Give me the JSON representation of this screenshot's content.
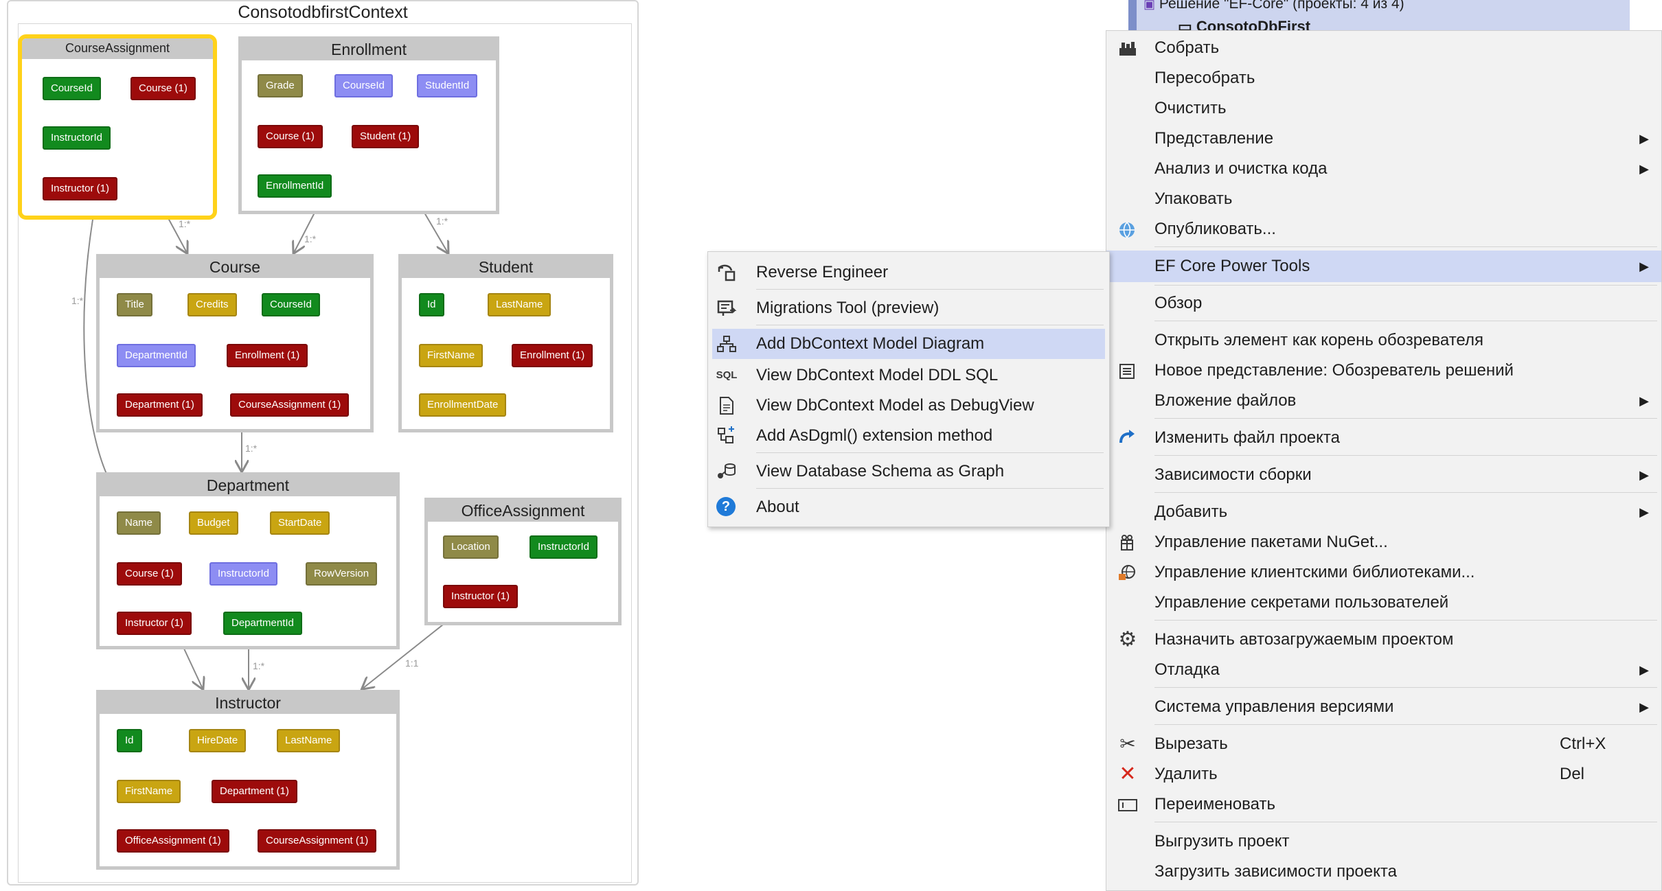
{
  "diagram": {
    "title": "ConsotodbfirstContext",
    "entities": {
      "courseassignment": {
        "name": "CourseAssignment",
        "props": [
          "CourseId",
          "Course (1)",
          "InstructorId",
          "Instructor (1)"
        ]
      },
      "enrollment": {
        "name": "Enrollment",
        "props": [
          "Grade",
          "CourseId",
          "StudentId",
          "Course (1)",
          "Student (1)",
          "EnrollmentId"
        ]
      },
      "course": {
        "name": "Course",
        "props": [
          "Title",
          "Credits",
          "CourseId",
          "DepartmentId",
          "Enrollment (1)",
          "Department (1)",
          "CourseAssignment (1)"
        ]
      },
      "student": {
        "name": "Student",
        "props": [
          "Id",
          "LastName",
          "FirstName",
          "Enrollment (1)",
          "EnrollmentDate"
        ]
      },
      "department": {
        "name": "Department",
        "props": [
          "Name",
          "Budget",
          "StartDate",
          "Course (1)",
          "InstructorId",
          "RowVersion",
          "Instructor (1)",
          "DepartmentId"
        ]
      },
      "officeassignment": {
        "name": "OfficeAssignment",
        "props": [
          "Location",
          "InstructorId",
          "Instructor (1)"
        ]
      },
      "instructor": {
        "name": "Instructor",
        "props": [
          "Id",
          "HireDate",
          "LastName",
          "FirstName",
          "Department (1)",
          "OfficeAssignment (1)",
          "CourseAssignment (1)"
        ]
      }
    },
    "relations": [
      "1:*",
      "1:*",
      "1:*",
      "1:*",
      "1:*",
      "1:*",
      "1:1"
    ],
    "colors": {
      "key": "#128a1e",
      "navigation": "#9d0b0b",
      "property": "#c9a512",
      "grade": "#8f8a48",
      "foreign_key": "#8d8df3",
      "selected_border": "#ffd21a"
    }
  },
  "solution_explorer": {
    "header": "Решение \"EF-Core\" (проекты: 4 из 4)",
    "project": "ConsotoDbFirst"
  },
  "context_menu": {
    "items": [
      {
        "label": "Собрать",
        "icon": "build-icon"
      },
      {
        "label": "Пересобрать"
      },
      {
        "label": "Очистить"
      },
      {
        "label": "Представление",
        "submenu": true
      },
      {
        "label": "Анализ и очистка кода",
        "submenu": true
      },
      {
        "label": "Упаковать"
      },
      {
        "label": "Опубликовать...",
        "icon": "globe-icon"
      },
      {
        "label": "EF Core Power Tools",
        "submenu": true,
        "highlighted": true
      },
      {
        "label": "Обзор"
      },
      {
        "label": "Открыть элемент как корень обозревателя"
      },
      {
        "label": "Новое представление: Обозреватель решений",
        "icon": "new-view-icon"
      },
      {
        "label": "Вложение файлов",
        "submenu": true
      },
      {
        "label": "Изменить файл проекта",
        "icon": "edit-project-icon"
      },
      {
        "label": "Зависимости сборки",
        "submenu": true
      },
      {
        "label": "Добавить",
        "submenu": true
      },
      {
        "label": "Управление пакетами NuGet...",
        "icon": "nuget-icon"
      },
      {
        "label": "Управление клиентскими библиотеками...",
        "icon": "client-libs-icon"
      },
      {
        "label": "Управление секретами пользователей"
      },
      {
        "label": "Назначить автозагружаемым проектом",
        "icon": "gear-icon"
      },
      {
        "label": "Отладка",
        "submenu": true
      },
      {
        "label": "Система управления версиями",
        "submenu": true
      },
      {
        "label": "Вырезать",
        "icon": "cut-icon",
        "shortcut": "Ctrl+X"
      },
      {
        "label": "Удалить",
        "icon": "delete-icon",
        "shortcut": "Del"
      },
      {
        "label": "Переименовать",
        "icon": "rename-icon"
      },
      {
        "label": "Выгрузить проект"
      },
      {
        "label": "Загрузить зависимости проекта"
      }
    ]
  },
  "submenu": {
    "items": [
      {
        "label": "Reverse Engineer",
        "icon": "reverse-engineer-icon"
      },
      {
        "label": "Migrations Tool (preview)",
        "icon": "migrations-icon"
      },
      {
        "label": "Add DbContext Model Diagram",
        "icon": "diagram-icon",
        "highlighted": true
      },
      {
        "label": "View DbContext Model DDL SQL",
        "icon": "sql-icon",
        "icon_text": "SQL"
      },
      {
        "label": "View DbContext Model as DebugView",
        "icon": "document-icon"
      },
      {
        "label": "Add AsDgml() extension method",
        "icon": "extension-icon"
      },
      {
        "label": "View Database Schema as Graph",
        "icon": "schema-graph-icon"
      },
      {
        "label": "About",
        "icon": "help-icon",
        "icon_text": "?"
      }
    ]
  }
}
